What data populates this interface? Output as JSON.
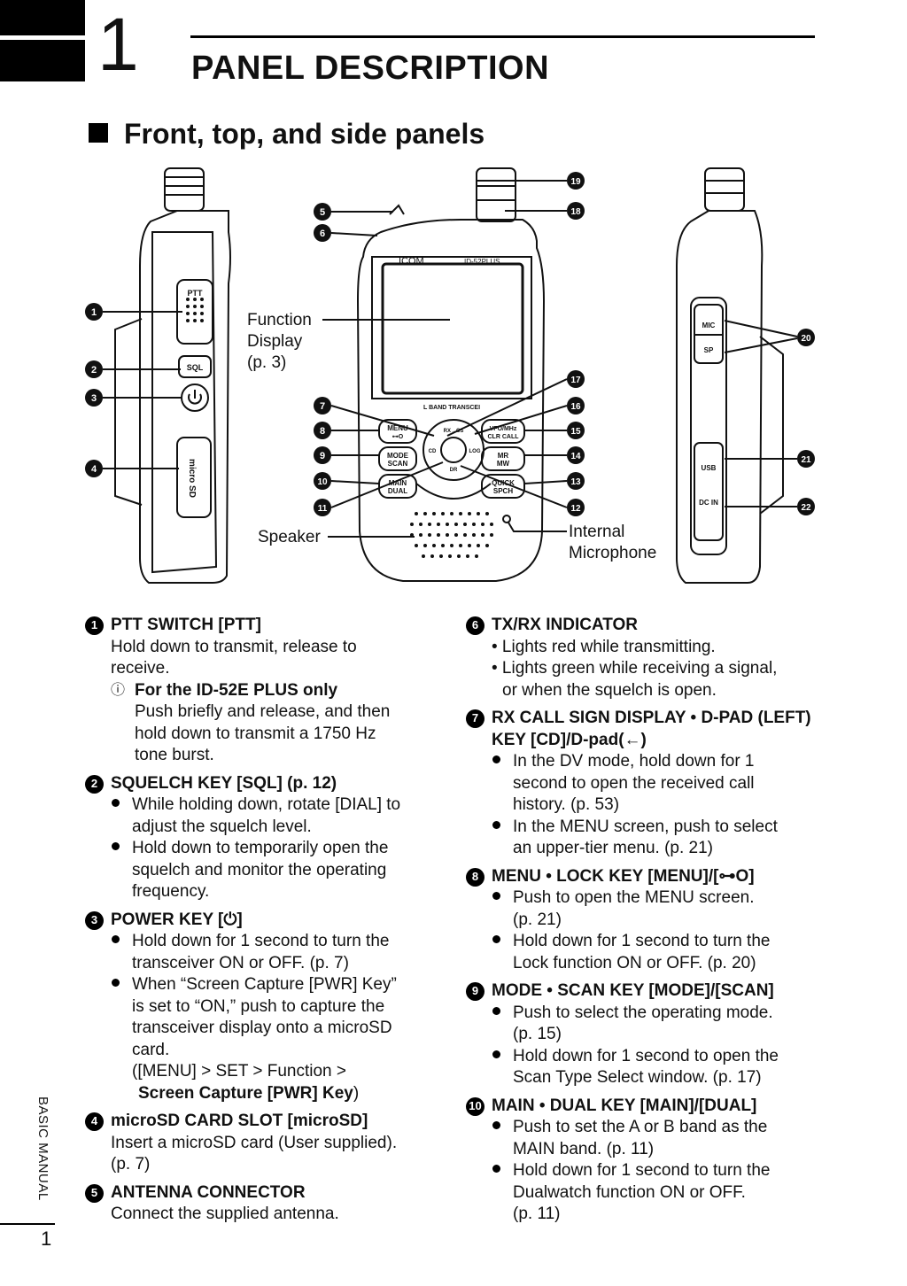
{
  "chapter": {
    "number": "1",
    "title": "PANEL DESCRIPTION"
  },
  "section": {
    "title": "Front, top, and side panels"
  },
  "diagram": {
    "front_labels": {
      "function_display": [
        "Function",
        "Display",
        "(p. 3)"
      ],
      "speaker": "Speaker",
      "internal_microphone": [
        "Internal",
        "Microphone"
      ]
    },
    "device_text": {
      "brand": "ICOM",
      "model": "ID-52PLUS",
      "band_text": "L BAND TRANSCEI",
      "ptt": "PTT",
      "sql": "SQL",
      "microsd": "micro SD",
      "menu": [
        "MENU",
        "⊶O"
      ],
      "mode": [
        "MODE",
        "SCAN"
      ],
      "main": [
        "MAIN",
        "DUAL"
      ],
      "vfo": [
        "VFO/MHz",
        "CLR CALL"
      ],
      "mr": [
        "MR",
        "MW"
      ],
      "quick": [
        "QUICK",
        "SPCH"
      ],
      "rxcs": "RX→CS",
      "cd": "CD",
      "log": "LOG",
      "dr": "DR",
      "mic": "MIC",
      "sp": "SP",
      "usb": "USB",
      "dcin": "DC IN"
    },
    "callout_numbers": [
      "1",
      "2",
      "3",
      "4",
      "5",
      "6",
      "7",
      "8",
      "9",
      "10",
      "11",
      "12",
      "13",
      "14",
      "15",
      "16",
      "17",
      "18",
      "19",
      "20",
      "21",
      "22"
    ]
  },
  "items_left": [
    {
      "num": "1",
      "heading": "PTT SWITCH [PTT]",
      "body": [
        "Hold down to transmit, release to",
        "receive."
      ],
      "note": {
        "title": "For the ID-52E PLUS only",
        "lines": [
          "Push briefly and release, and then",
          "hold down to transmit a 1750 Hz",
          "tone burst."
        ]
      }
    },
    {
      "num": "2",
      "heading": "SQUELCH KEY [SQL] (p. 12)",
      "bullets": [
        [
          "While holding down, rotate [DIAL] to",
          "adjust the squelch level."
        ],
        [
          "Hold down to temporarily open the",
          "squelch and monitor the operating",
          "frequency."
        ]
      ]
    },
    {
      "num": "3",
      "heading": "POWER KEY [⏻]",
      "bullets": [
        [
          "Hold down for 1 second to turn the",
          "transceiver ON or OFF. (p. 7)"
        ],
        [
          "When “Screen Capture [PWR] Key”",
          "is set to “ON,” push to capture the",
          "transceiver display onto a microSD",
          "card."
        ]
      ],
      "path": "([MENU] > SET > Function >",
      "path2": "Screen Capture [PWR] Key",
      "path2_end": ")"
    },
    {
      "num": "4",
      "heading": "microSD CARD SLOT [microSD]",
      "body": [
        "Insert a microSD card (User supplied).",
        "(p. 7)"
      ]
    },
    {
      "num": "5",
      "heading": "ANTENNA CONNECTOR",
      "body": [
        "Connect the supplied antenna."
      ]
    }
  ],
  "items_right": [
    {
      "num": "6",
      "heading": "TX/RX INDICATOR",
      "dash_bullets": [
        [
          "• Lights red while transmitting."
        ],
        [
          "• Lights green while receiving a signal,",
          "or when the squelch is open."
        ]
      ]
    },
    {
      "num": "7",
      "heading": "RX CALL SIGN DISPLAY • D-PAD (LEFT) KEY [CD]/D-pad(←)",
      "bullets": [
        [
          "In the DV mode, hold down for 1",
          "second to open the received call",
          "history. (p. 53)"
        ],
        [
          "In the MENU screen, push to select",
          "an upper-tier menu. (p. 21)"
        ]
      ]
    },
    {
      "num": "8",
      "heading": "MENU • LOCK KEY [MENU]/[⊶O]",
      "bullets": [
        [
          "Push to open the MENU screen.",
          "(p. 21)"
        ],
        [
          "Hold down for 1 second to turn the",
          "Lock function ON or OFF. (p. 20)"
        ]
      ]
    },
    {
      "num": "9",
      "heading": "MODE • SCAN KEY [MODE]/[SCAN]",
      "bullets": [
        [
          "Push to select the operating mode.",
          "(p. 15)"
        ],
        [
          "Hold down for 1 second to open the",
          "Scan Type Select window. (p. 17)"
        ]
      ]
    },
    {
      "num": "10",
      "heading": "MAIN • DUAL KEY [MAIN]/[DUAL]",
      "bullets": [
        [
          "Push to set the A or B band as the",
          "MAIN band. (p. 11)"
        ],
        [
          "Hold down for 1 second to turn the",
          "Dualwatch function ON or OFF.",
          "(p. 11)"
        ]
      ]
    }
  ],
  "footer": {
    "side_label": "BASIC MANUAL",
    "page": "1"
  }
}
